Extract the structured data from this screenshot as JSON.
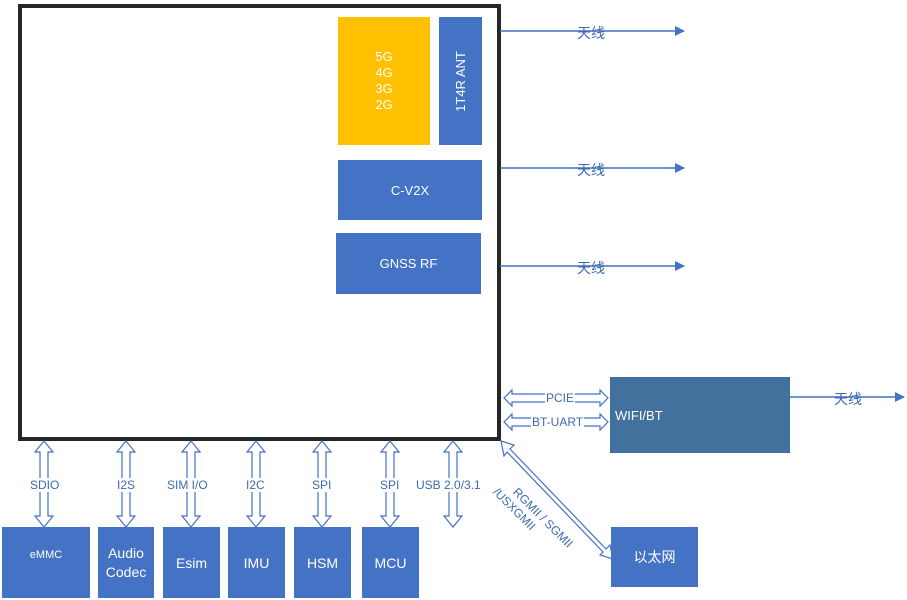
{
  "bands": [
    "5G",
    "4G",
    "3G",
    "2G"
  ],
  "ant_module": "1T4R ANT",
  "cv2x": "C-V2X",
  "gnss": "GNSS RF",
  "antenna_label": "天线",
  "wifi": "WIFI/BT",
  "pcie_label": "PCIE",
  "bt_uart_label": "BT-UART",
  "ethernet": "以太网",
  "ethernet_interface": [
    "RGMII / SGMII",
    "/USXGMII"
  ],
  "usb_label": "USB 2.0/3.1",
  "peripherals": [
    {
      "interface": "SDIO",
      "name": "eMMC"
    },
    {
      "interface": "I2S",
      "name_lines": [
        "Audio",
        "Codec"
      ]
    },
    {
      "interface": "SIM I/O",
      "name": "Esim"
    },
    {
      "interface": "I2C",
      "name": "IMU"
    },
    {
      "interface": "SPI",
      "name": "HSM"
    },
    {
      "interface": "SPI",
      "name": "MCU"
    }
  ],
  "colors": {
    "blue": "#4472c4",
    "dark_blue": "#41719c",
    "yellow": "#ffc000",
    "border": "#262626"
  }
}
